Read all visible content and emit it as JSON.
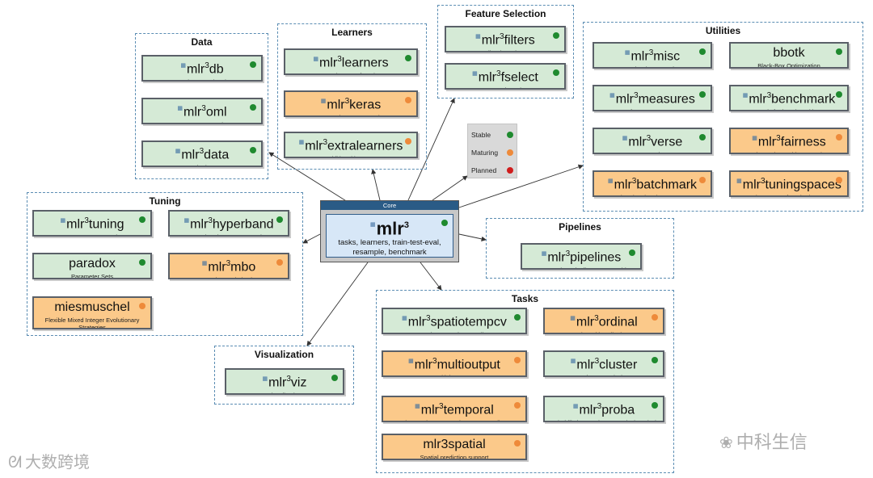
{
  "legend": {
    "items": [
      {
        "label": "Stable",
        "color": "#1f8a2f"
      },
      {
        "label": "Maturing",
        "color": "#ee8a3a"
      },
      {
        "label": "Planned",
        "color": "#d01c1c"
      }
    ]
  },
  "core": {
    "header": "Core",
    "name": "mlr",
    "desc": "tasks, learners, train-test-eval, resample, benchmark",
    "status": "stable"
  },
  "groups": {
    "data": {
      "title": "Data",
      "packages": [
        {
          "name": "mlr",
          "sup": "3",
          "suffix": "db",
          "desc": "Database Backends",
          "status": "stable"
        },
        {
          "name": "mlr",
          "sup": "3",
          "suffix": "oml",
          "desc": "OpenML Connection",
          "status": "stable"
        },
        {
          "name": "mlr",
          "sup": "3",
          "suffix": "data",
          "desc": "Example datasets",
          "status": "stable"
        }
      ]
    },
    "learners": {
      "title": "Learners",
      "packages": [
        {
          "name": "mlr",
          "sup": "3",
          "suffix": "learners",
          "desc": "Core learners for mlr3",
          "status": "stable"
        },
        {
          "name": "mlr",
          "sup": "3",
          "suffix": "keras",
          "desc": "Connecting Keras to mlr3",
          "status": "maturing"
        },
        {
          "name": "mlr",
          "sup": "3",
          "suffix": "extralearners",
          "desc": "Additional learners",
          "status": "maturing_on_stable"
        }
      ]
    },
    "feature_selection": {
      "title": "Feature Selection",
      "packages": [
        {
          "name": "mlr",
          "sup": "3",
          "suffix": "filters",
          "desc": "Filter-based FS",
          "status": "stable"
        },
        {
          "name": "mlr",
          "sup": "3",
          "suffix": "fselect",
          "desc": "Wrapper-based FS",
          "status": "stable"
        }
      ]
    },
    "utilities": {
      "title": "Utilities",
      "packages": [
        {
          "name": "mlr",
          "sup": "3",
          "suffix": "misc",
          "desc": "Devel Helper Functions",
          "status": "stable"
        },
        {
          "name": "bbotk",
          "sup": "",
          "suffix": "",
          "desc": "Black-Box Optimization",
          "status": "stable"
        },
        {
          "name": "mlr",
          "sup": "3",
          "suffix": "measures",
          "desc": "Performance Measures",
          "status": "stable"
        },
        {
          "name": "mlr",
          "sup": "3",
          "suffix": "benchmark",
          "desc": "Tools for benchmarking",
          "status": "stable"
        },
        {
          "name": "mlr",
          "sup": "3",
          "suffix": "verse",
          "desc": "Meta-package",
          "status": "stable"
        },
        {
          "name": "mlr",
          "sup": "3",
          "suffix": "fairness",
          "desc": "Fairness in Machine Learning",
          "status": "maturing"
        },
        {
          "name": "mlr",
          "sup": "3",
          "suffix": "batchmark",
          "desc": "mlr3 - batchtools connector",
          "status": "maturing"
        },
        {
          "name": "mlr",
          "sup": "3",
          "suffix": "tuningspaces",
          "desc": "Tuning spaces for mlr3 learners.",
          "status": "maturing"
        }
      ]
    },
    "tuning": {
      "title": "Tuning",
      "packages": [
        {
          "name": "mlr",
          "sup": "3",
          "suffix": "tuning",
          "desc": "Hyperparameter Tuning",
          "status": "stable"
        },
        {
          "name": "mlr",
          "sup": "3",
          "suffix": "hyperband",
          "desc": "Hyperband Parameter Tuning",
          "status": "stable"
        },
        {
          "name": "paradox",
          "sup": "",
          "suffix": "",
          "desc": "Parameter Sets",
          "status": "stable"
        },
        {
          "name": "mlr",
          "sup": "3",
          "suffix": "mbo",
          "desc": "Bayesian Optimization",
          "status": "maturing"
        },
        {
          "name": "miesmuschel",
          "sup": "",
          "suffix": "",
          "desc": "Flexible Mixed Integer Evolutionary Strategies",
          "status": "maturing"
        }
      ]
    },
    "pipelines": {
      "title": "Pipelines",
      "packages": [
        {
          "name": "mlr",
          "sup": "3",
          "suffix": "pipelines",
          "desc": "Preprocessing, pipelines & ensembles",
          "status": "stable"
        }
      ]
    },
    "visualization": {
      "title": "Visualization",
      "packages": [
        {
          "name": "mlr",
          "sup": "3",
          "suffix": "viz",
          "desc": "Visualization",
          "status": "stable"
        }
      ]
    },
    "tasks": {
      "title": "Tasks",
      "packages": [
        {
          "name": "mlr",
          "sup": "3",
          "suffix": "spatiotempcv",
          "desc": "Spatiotemporal resampling",
          "status": "stable"
        },
        {
          "name": "mlr",
          "sup": "3",
          "suffix": "ordinal",
          "desc": "Learning with ordinal targets",
          "status": "maturing"
        },
        {
          "name": "mlr",
          "sup": "3",
          "suffix": "multioutput",
          "desc": "Multiple Targets",
          "status": "maturing"
        },
        {
          "name": "mlr",
          "sup": "3",
          "suffix": "cluster",
          "desc": "Cluster Analysis",
          "status": "stable"
        },
        {
          "name": "mlr",
          "sup": "3",
          "suffix": "temporal",
          "desc": "Time Series Forecasting & Resampling",
          "status": "maturing"
        },
        {
          "name": "mlr",
          "sup": "3",
          "suffix": "proba",
          "desc": "Probabilistic Learning & Survival Analysis",
          "status": "stable"
        },
        {
          "name": "mlr3spatial",
          "sup": "",
          "suffix": "",
          "desc": "Spatial prediction support",
          "status": "maturing"
        }
      ]
    }
  },
  "watermarks": {
    "left": "大数跨境",
    "right": "中科生信"
  }
}
